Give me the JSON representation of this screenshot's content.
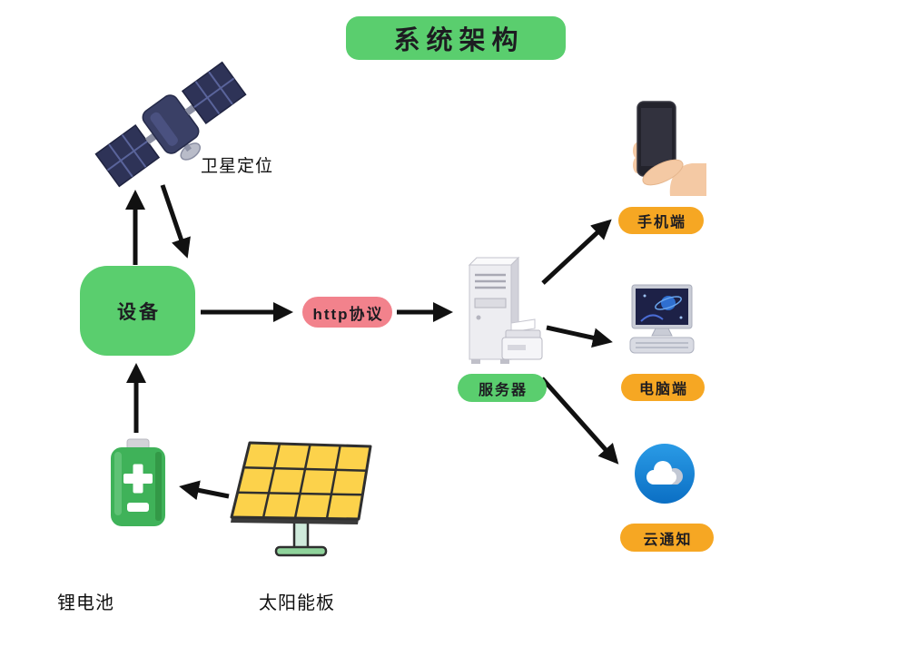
{
  "title": "系统架构",
  "colors": {
    "green": "#5ace6e",
    "pink": "#f2828c",
    "orange": "#f6a723",
    "ink": "#26252a",
    "arrow": "#111111"
  },
  "nodes": {
    "satellite": {
      "label": "卫星定位",
      "icon": "satellite-icon"
    },
    "device": {
      "label": "设备"
    },
    "http": {
      "label": "http协议"
    },
    "server": {
      "label": "服务器",
      "icon": "server-tower-icon"
    },
    "mobile": {
      "label": "手机端",
      "icon": "phone-in-hand-icon"
    },
    "computer": {
      "label": "电脑端",
      "icon": "desktop-computer-icon"
    },
    "cloud": {
      "label": "云通知",
      "icon": "cloud-icon"
    },
    "battery": {
      "label": "锂电池",
      "icon": "battery-icon"
    },
    "solar": {
      "label": "太阳能板",
      "icon": "solar-panel-icon"
    }
  },
  "edges": [
    {
      "from": "device",
      "to": "satellite"
    },
    {
      "from": "satellite",
      "to": "device"
    },
    {
      "from": "device",
      "to": "http"
    },
    {
      "from": "http",
      "to": "server"
    },
    {
      "from": "server",
      "to": "mobile"
    },
    {
      "from": "server",
      "to": "computer"
    },
    {
      "from": "server",
      "to": "cloud"
    },
    {
      "from": "battery",
      "to": "device"
    },
    {
      "from": "solar",
      "to": "battery"
    }
  ]
}
